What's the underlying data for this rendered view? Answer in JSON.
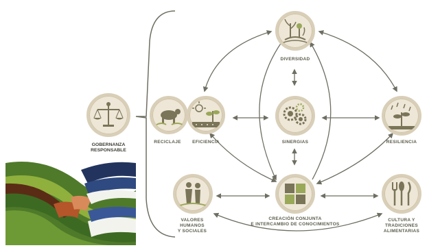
{
  "governance": {
    "label": "GOBERNANZA\nRESPONSABLE"
  },
  "nodes": {
    "diversidad": "DIVERSIDAD",
    "reciclaje": "RECICLAJE",
    "eficiencia": "EFICIENCIA",
    "sinergias": "SINERGIAS",
    "resiliencia": "RESILIENCIA",
    "valores": "VALORES\nHUMANOS\nY SOCIALES",
    "creacion": "CREACIÓN CONJUNTA\nE INTERCAMBIO DE CONOCIMIENTOS",
    "cultura": "CULTURA Y\nTRADICIONES\nALIMENTARIAS"
  },
  "colors": {
    "circle_fill": "#eee6d6",
    "circle_ring": "#d9cfb8",
    "icon": "#7a7458",
    "arrow": "#6e6e62",
    "icon_green": "#9aa85a"
  }
}
